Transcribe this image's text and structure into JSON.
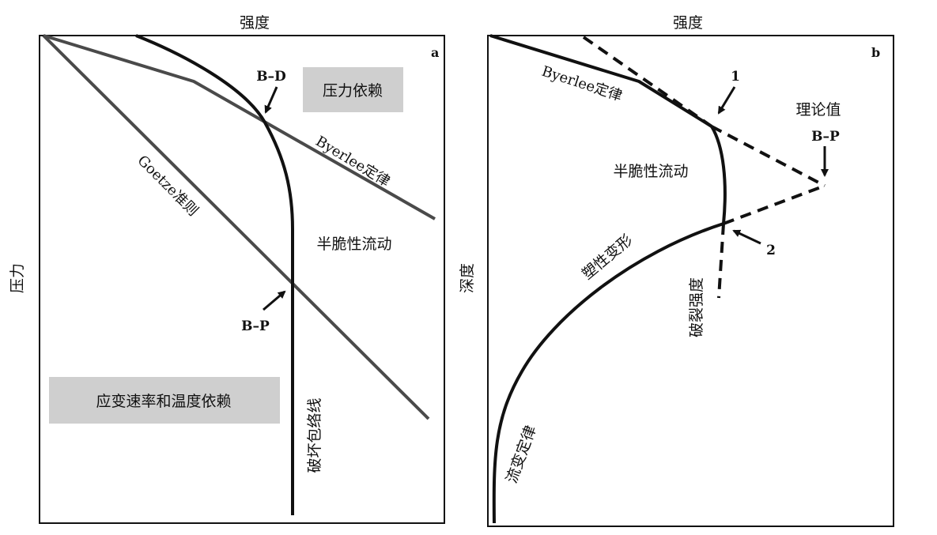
{
  "chart_data": [
    {
      "type": "line",
      "panel": "a",
      "x_axis_label": "强度",
      "y_axis_label": "压力",
      "curves": [
        {
          "name": "Byerlee定律",
          "style": "gray"
        },
        {
          "name": "Goetze准则",
          "style": "gray"
        },
        {
          "name": "破坏包络线",
          "style": "black"
        }
      ],
      "annotations": {
        "bd_point": "B–D",
        "bp_point": "B–P",
        "regime_upper": "压力依赖",
        "regime_middle": "半脆性流动",
        "regime_lower": "应变速率和温度依赖"
      },
      "colors": {
        "envelope": "#111111",
        "law_lines": "#4a4a4a",
        "regime_box": "#cfcfcf"
      }
    },
    {
      "type": "line",
      "panel": "b",
      "x_axis_label": "强度",
      "y_axis_label": "深度",
      "curves": [
        {
          "name": "Byerlee定律",
          "style": "solid"
        },
        {
          "name": "破裂强度",
          "style": "dashed"
        },
        {
          "name": "塑性变形",
          "style": "solid"
        },
        {
          "name": "流变定律",
          "style": "solid"
        }
      ],
      "annotations": {
        "point_1": "1",
        "point_2": "2",
        "theoretical": "理论值",
        "bp_point": "B–P",
        "regime_middle": "半脆性流动"
      },
      "colors": {
        "curve": "#111111"
      }
    }
  ]
}
